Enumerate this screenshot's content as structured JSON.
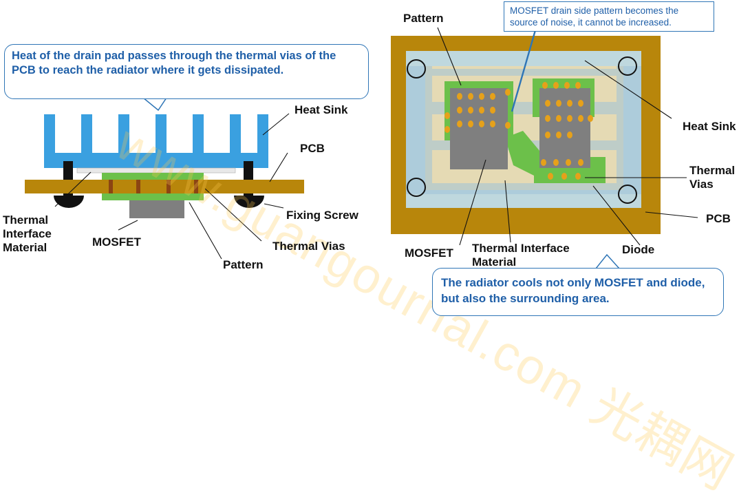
{
  "left_callout": "Heat of the drain pad passes through the thermal vias of the PCB to reach the radiator where it gets dissipated.",
  "left_labels": {
    "heat_sink": "Heat Sink",
    "pcb": "PCB",
    "thermal_interface_material": "Thermal Interface Material",
    "mosfet": "MOSFET",
    "fixing_screw": "Fixing Screw",
    "thermal_vias": "Thermal Vias",
    "pattern": "Pattern"
  },
  "right_top_note": "MOSFET drain side pattern becomes the source of noise, it cannot be increased.",
  "right_labels": {
    "pattern": "Pattern",
    "heat_sink": "Heat Sink",
    "thermal_vias": "Thermal Vias",
    "pcb": "PCB",
    "mosfet": "MOSFET",
    "thermal_interface_material": "Thermal Interface Material",
    "diode": "Diode"
  },
  "right_callout": "The radiator cools not only MOSFET and diode, but also the surrounding area.",
  "watermark": "www.guangournal.com 光耦网",
  "colors": {
    "heat_sink": "#3aa0e0",
    "pcb": "#b8860b",
    "pattern": "#6cc04a",
    "mosfet": "#7f7f7f",
    "via": "#e6a11a",
    "callout_text": "#1f5fa8"
  }
}
